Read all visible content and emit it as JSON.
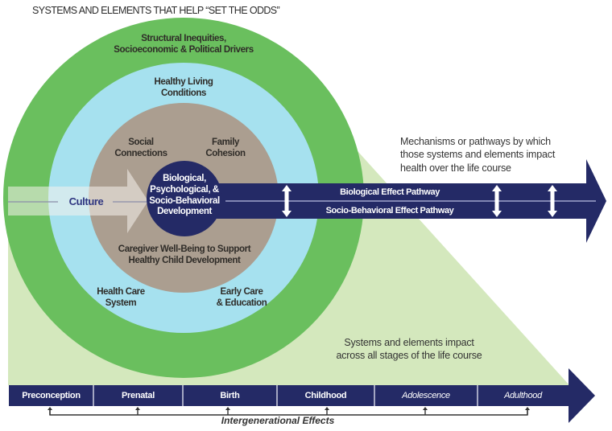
{
  "title": "SYSTEMS AND ELEMENTS THAT HELP  “SET THE ODDS”",
  "colors": {
    "outer_ring": "#6abf5e",
    "middle_ring": "#a6e1ef",
    "inner_ring": "#ab9e90",
    "core": "#242a66",
    "pathway": "#242a66",
    "life_course_bg": "#d4e8bd",
    "culture_arrow": "#f4f1ea",
    "culture_text": "#2e3580"
  },
  "rings": {
    "outer": {
      "label_line1": "Structural Inequities,",
      "label_line2": "Socioeconomic & Political Drivers"
    },
    "middle": {
      "top_line1": "Healthy Living",
      "top_line2": "Conditions",
      "bottom_left_line1": "Health Care",
      "bottom_left_line2": "System",
      "bottom_right_line1": "Early Care",
      "bottom_right_line2": "& Education"
    },
    "inner": {
      "top_left_line1": "Social",
      "top_left_line2": "Connections",
      "top_right_line1": "Family",
      "top_right_line2": "Cohesion",
      "bottom_line1": "Caregiver Well-Being to Support",
      "bottom_line2": "Healthy Child Development"
    },
    "core": {
      "line1": "Biological,",
      "line2": "Psychological, &",
      "line3": "Socio-Behavioral",
      "line4": "Development"
    }
  },
  "culture": {
    "label": "Culture"
  },
  "pathways": {
    "upper": "Biological Effect Pathway",
    "lower": "Socio-Behavioral Effect Pathway",
    "note_line1": "Mechanisms or pathways by which",
    "note_line2": "those systems and elements impact",
    "note_line3": "health over the life course",
    "double_arrow_count": 3
  },
  "life_course": {
    "note_line1": "Systems and elements impact",
    "note_line2": "across all stages of the life course",
    "stages": [
      {
        "label": "Preconception",
        "italic": false
      },
      {
        "label": "Prenatal",
        "italic": false
      },
      {
        "label": "Birth",
        "italic": false
      },
      {
        "label": "Childhood",
        "italic": false
      },
      {
        "label": "Adolescence",
        "italic": true
      },
      {
        "label": "Adulthood",
        "italic": true
      }
    ],
    "intergenerational_label": "Intergenerational Effects"
  }
}
